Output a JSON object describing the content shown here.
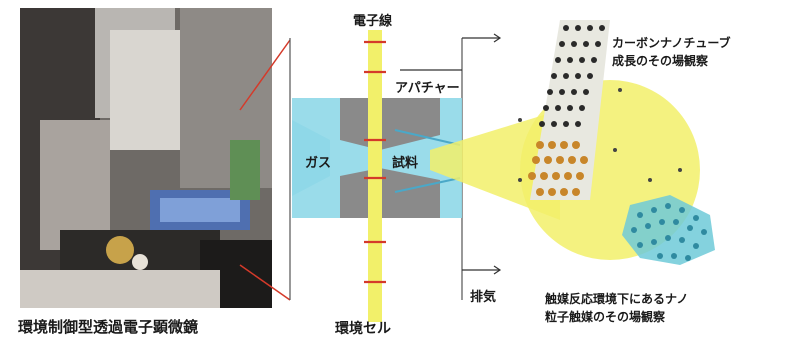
{
  "labels": {
    "microscope_caption": "環境制御型透過電子顕微鏡",
    "electron_beam": "電子線",
    "aperture": "アパチャー",
    "gas": "ガス",
    "sample": "試料",
    "exhaust": "排気",
    "env_cell": "環境セル",
    "cnt_line1": "カーボンナノチューブ",
    "cnt_line2": "成長のその場観察",
    "catalyst_line1": "触媒反応環境下にあるナノ",
    "catalyst_line2": "粒子触媒のその場観察"
  },
  "colors": {
    "gas_cyan": "#8fd8e8",
    "beam_yellow": "#f2f06a",
    "red_mark": "#d43a2a",
    "cnt_dark": "#2a2a2a",
    "catalyst_orange": "#c8862a",
    "crystal_cyan": "#6ecad8"
  }
}
